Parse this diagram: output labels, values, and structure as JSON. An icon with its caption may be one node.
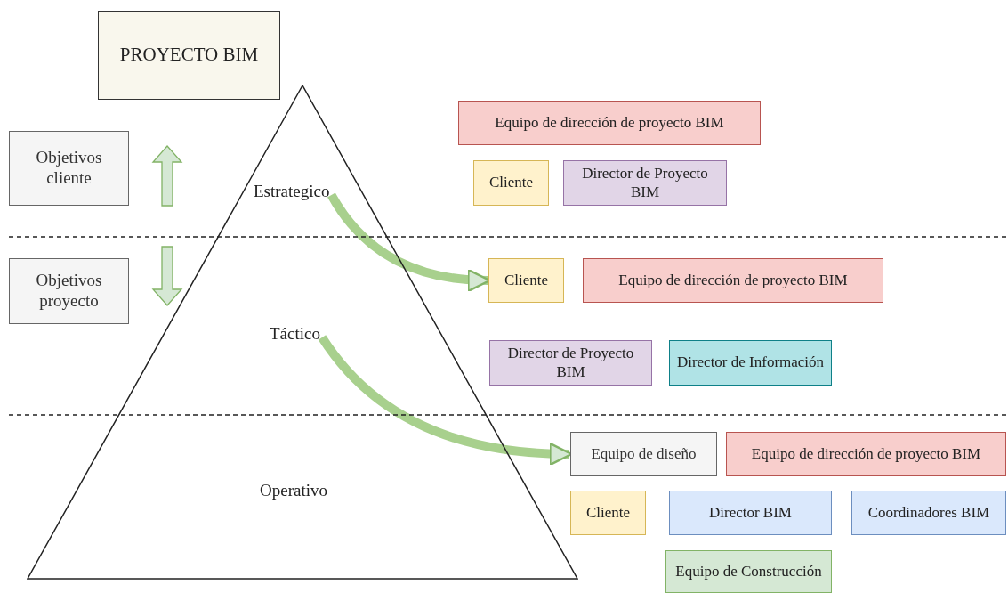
{
  "diagram": {
    "nodes": [
      {
        "text": [
          "PROYECTO BIM"
        ]
      },
      {
        "text": [
          "Objetivos cliente"
        ]
      },
      {
        "text": [],
        "shape": "triangle"
      },
      {
        "text": [
          "Estrategico"
        ],
        "in": 2
      },
      {
        "text": [
          "Equipo de dirección de proyecto BIM"
        ]
      },
      {
        "text": [
          "Cliente"
        ]
      },
      {
        "text": [
          "Director de Proyecto BIM"
        ]
      },
      {
        "text": [
          "Objetivos proyecto"
        ]
      },
      {
        "text": [
          "Táctico"
        ],
        "in": 2
      },
      {
        "text": [
          "Cliente"
        ]
      },
      {
        "text": [
          "Equipo de dirección de proyecto BIM"
        ]
      },
      {
        "text": [
          "Director de Proyecto BIM"
        ]
      },
      {
        "text": [
          "Director de Información"
        ]
      },
      {
        "text": [
          "Operativo"
        ],
        "in": 2
      },
      {
        "text": [
          "Equipo de diseño"
        ]
      },
      {
        "text": [
          "Equipo de dirección de proyecto BIM"
        ]
      },
      {
        "text": [
          "Cliente"
        ]
      },
      {
        "text": [
          "Director BIM"
        ]
      },
      {
        "text": [
          "Coordinadores BIM"
        ]
      },
      {
        "text": [
          "Equipo de Construcción"
        ]
      }
    ],
    "edges": [
      {
        "from": 3,
        "to": 9,
        "arrow": "to"
      },
      {
        "from": 8,
        "to": 14,
        "arrow": "to"
      }
    ]
  }
}
